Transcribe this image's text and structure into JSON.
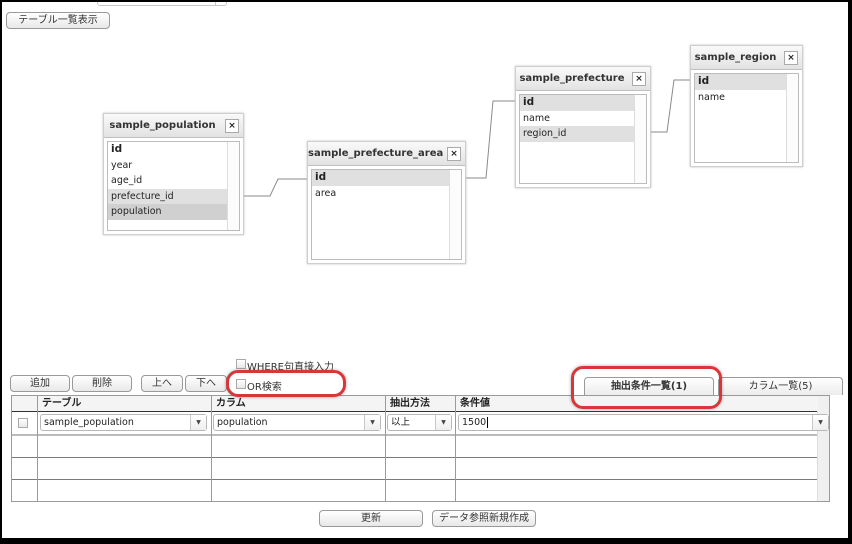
{
  "toolbar": {
    "table_list_button": "テーブル一覧表示"
  },
  "tables": [
    {
      "name": "sample_population",
      "close_icon": "×",
      "columns": [
        {
          "label": "id",
          "primary": true,
          "highlight": ""
        },
        {
          "label": "year",
          "primary": false,
          "highlight": ""
        },
        {
          "label": "age_id",
          "primary": false,
          "highlight": ""
        },
        {
          "label": "prefecture_id",
          "primary": false,
          "highlight": "light"
        },
        {
          "label": "population",
          "primary": false,
          "highlight": "selected"
        }
      ]
    },
    {
      "name": "sample_prefecture_area",
      "close_icon": "×",
      "columns": [
        {
          "label": "id",
          "primary": true,
          "highlight": "light"
        },
        {
          "label": "area",
          "primary": false,
          "highlight": ""
        }
      ]
    },
    {
      "name": "sample_prefecture",
      "close_icon": "×",
      "columns": [
        {
          "label": "id",
          "primary": true,
          "highlight": "light"
        },
        {
          "label": "name",
          "primary": false,
          "highlight": ""
        },
        {
          "label": "region_id",
          "primary": false,
          "highlight": "light"
        }
      ]
    },
    {
      "name": "sample_region",
      "close_icon": "×",
      "columns": [
        {
          "label": "id",
          "primary": true,
          "highlight": "light"
        },
        {
          "label": "name",
          "primary": false,
          "highlight": ""
        }
      ]
    }
  ],
  "condition_panel": {
    "buttons": {
      "add": "追加",
      "delete": "削除",
      "up": "上へ",
      "down": "下へ"
    },
    "options": {
      "where_direct": "WHERE句直接入力",
      "or_search": "OR検索"
    },
    "tabs": [
      {
        "label": "抽出条件一覧(1)",
        "active": true
      },
      {
        "label": "カラム一覧(5)",
        "active": false
      }
    ],
    "grid": {
      "headers": [
        "テーブル",
        "カラム",
        "抽出方法",
        "条件値"
      ],
      "rows": [
        {
          "checked": false,
          "table": "sample_population",
          "column": "population",
          "method": "以上",
          "value": "1500"
        }
      ]
    }
  },
  "footer": {
    "update_button": "更新",
    "new_data_reference_button": "データ参照新規作成"
  },
  "annotation_color": "#d9363a"
}
